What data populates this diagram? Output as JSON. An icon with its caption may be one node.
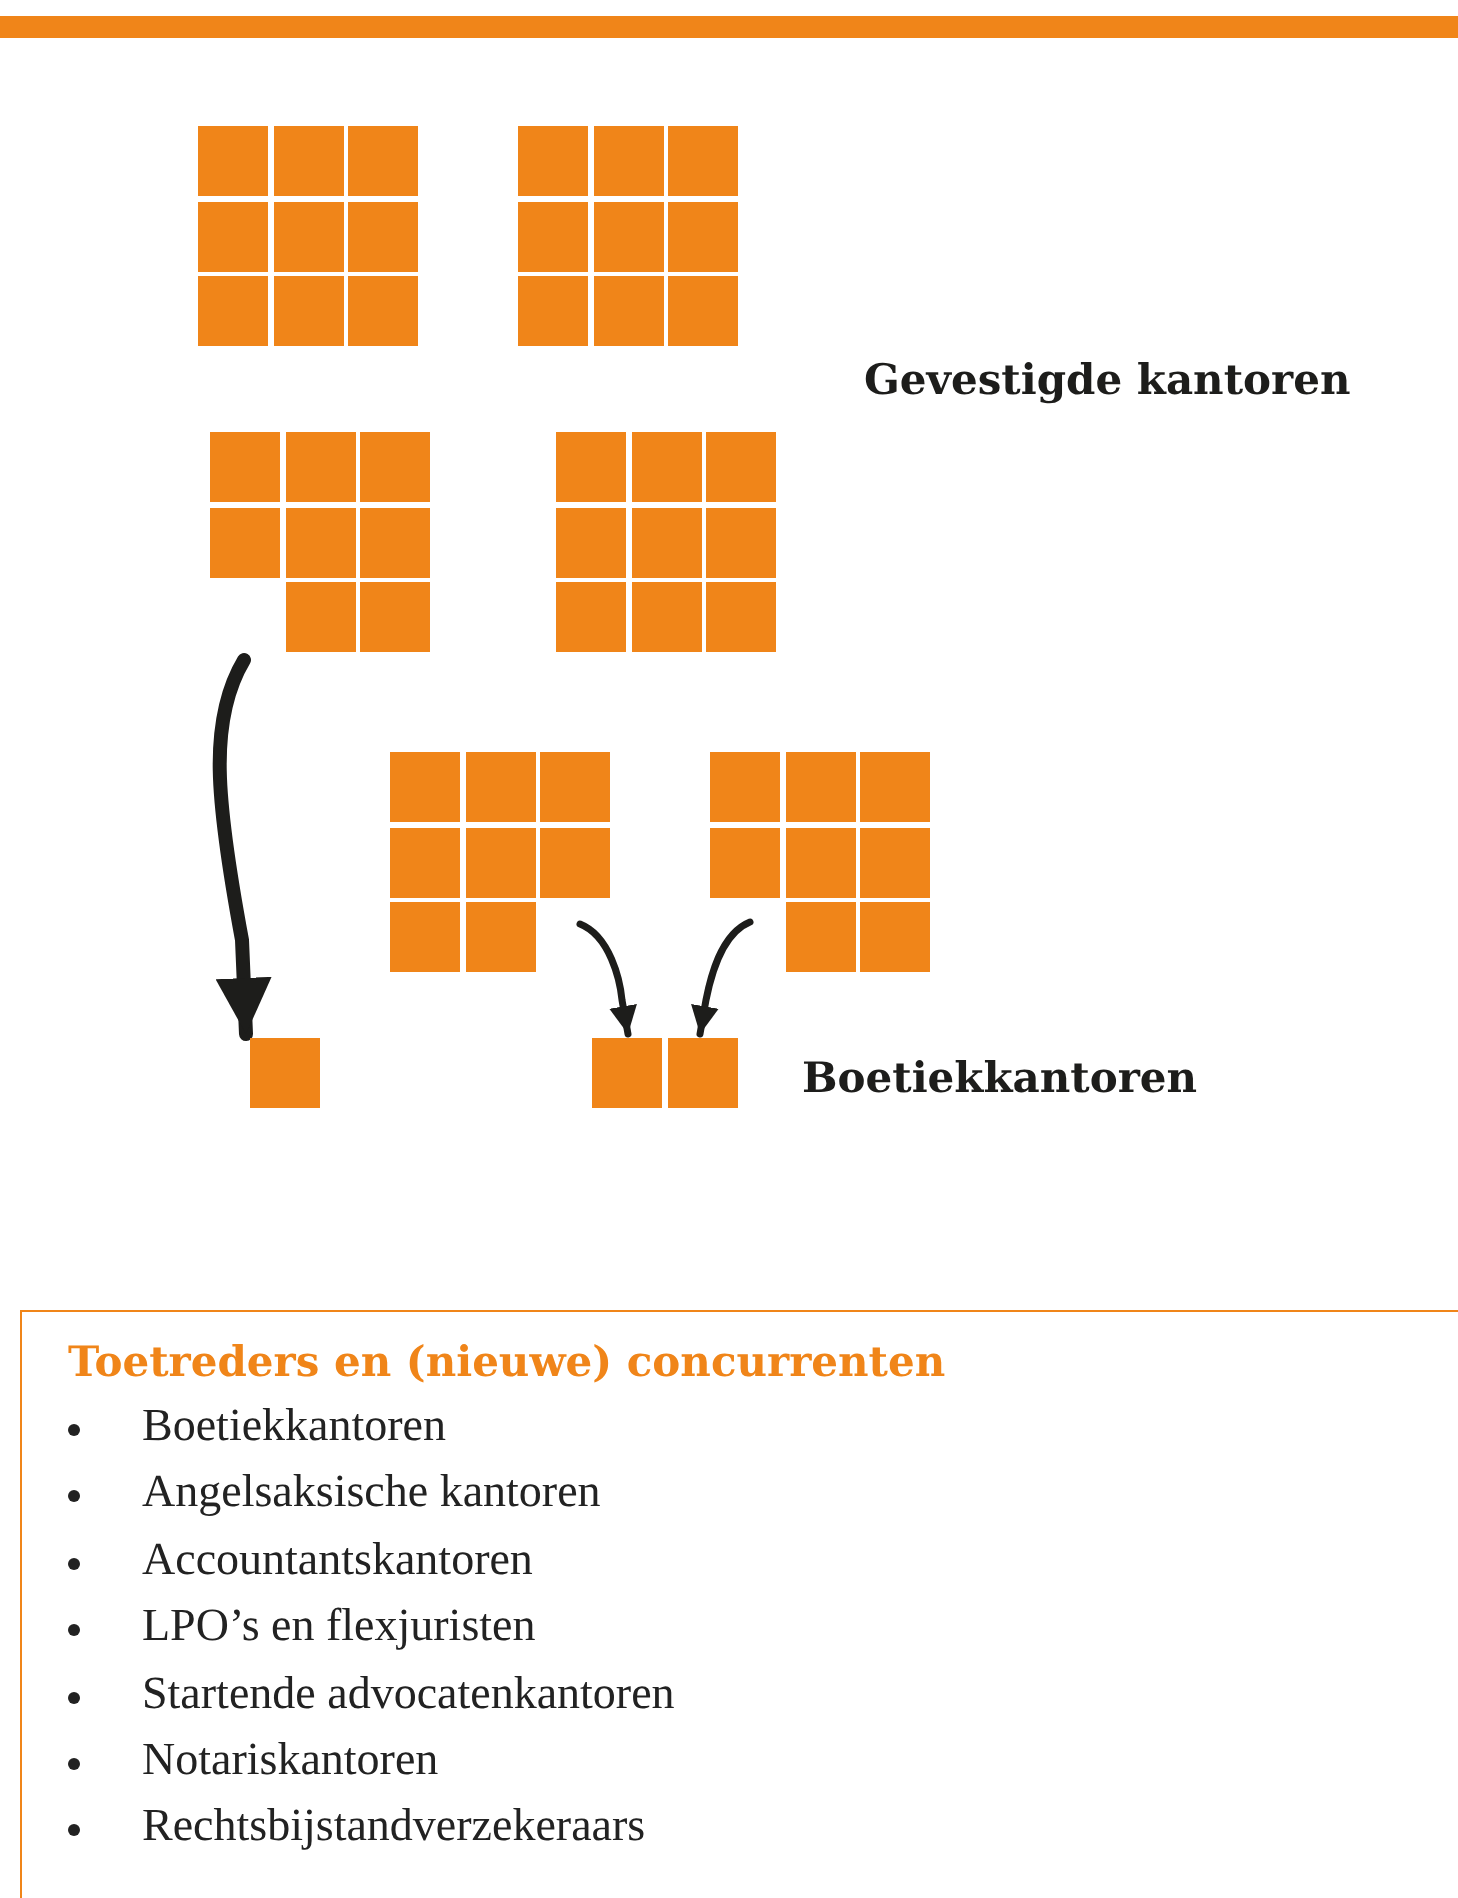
{
  "diagram": {
    "nodes": [
      {
        "text": [],
        "shape": "box"
      },
      {
        "text": [],
        "shape": "box"
      },
      {
        "text": [],
        "shape": "box"
      },
      {
        "text": [],
        "shape": "box"
      },
      {
        "text": [],
        "shape": "box"
      },
      {
        "text": [],
        "shape": "box"
      },
      {
        "text": [
          "Toetreders en (nieuwe) concurrenten",
          "Boetiekkantoren",
          "Angelsaksische kantoren",
          "Accountantskantoren",
          "LPO’s en flexjuristen",
          "Startende advocatenkantoren",
          "Notariskantoren",
          "Rechtsbijstandverzekeraars"
        ]
      }
    ],
    "edges": [
      {
        "from": 0,
        "to": 3,
        "arrow": "to",
        "style": "thick"
      },
      {
        "from": 1,
        "to": 4,
        "arrow": "to"
      },
      {
        "from": 2,
        "to": 5,
        "arrow": "to"
      }
    ],
    "labels": [
      "Gevestigde kantoren",
      "Boetiekkantoren"
    ]
  }
}
